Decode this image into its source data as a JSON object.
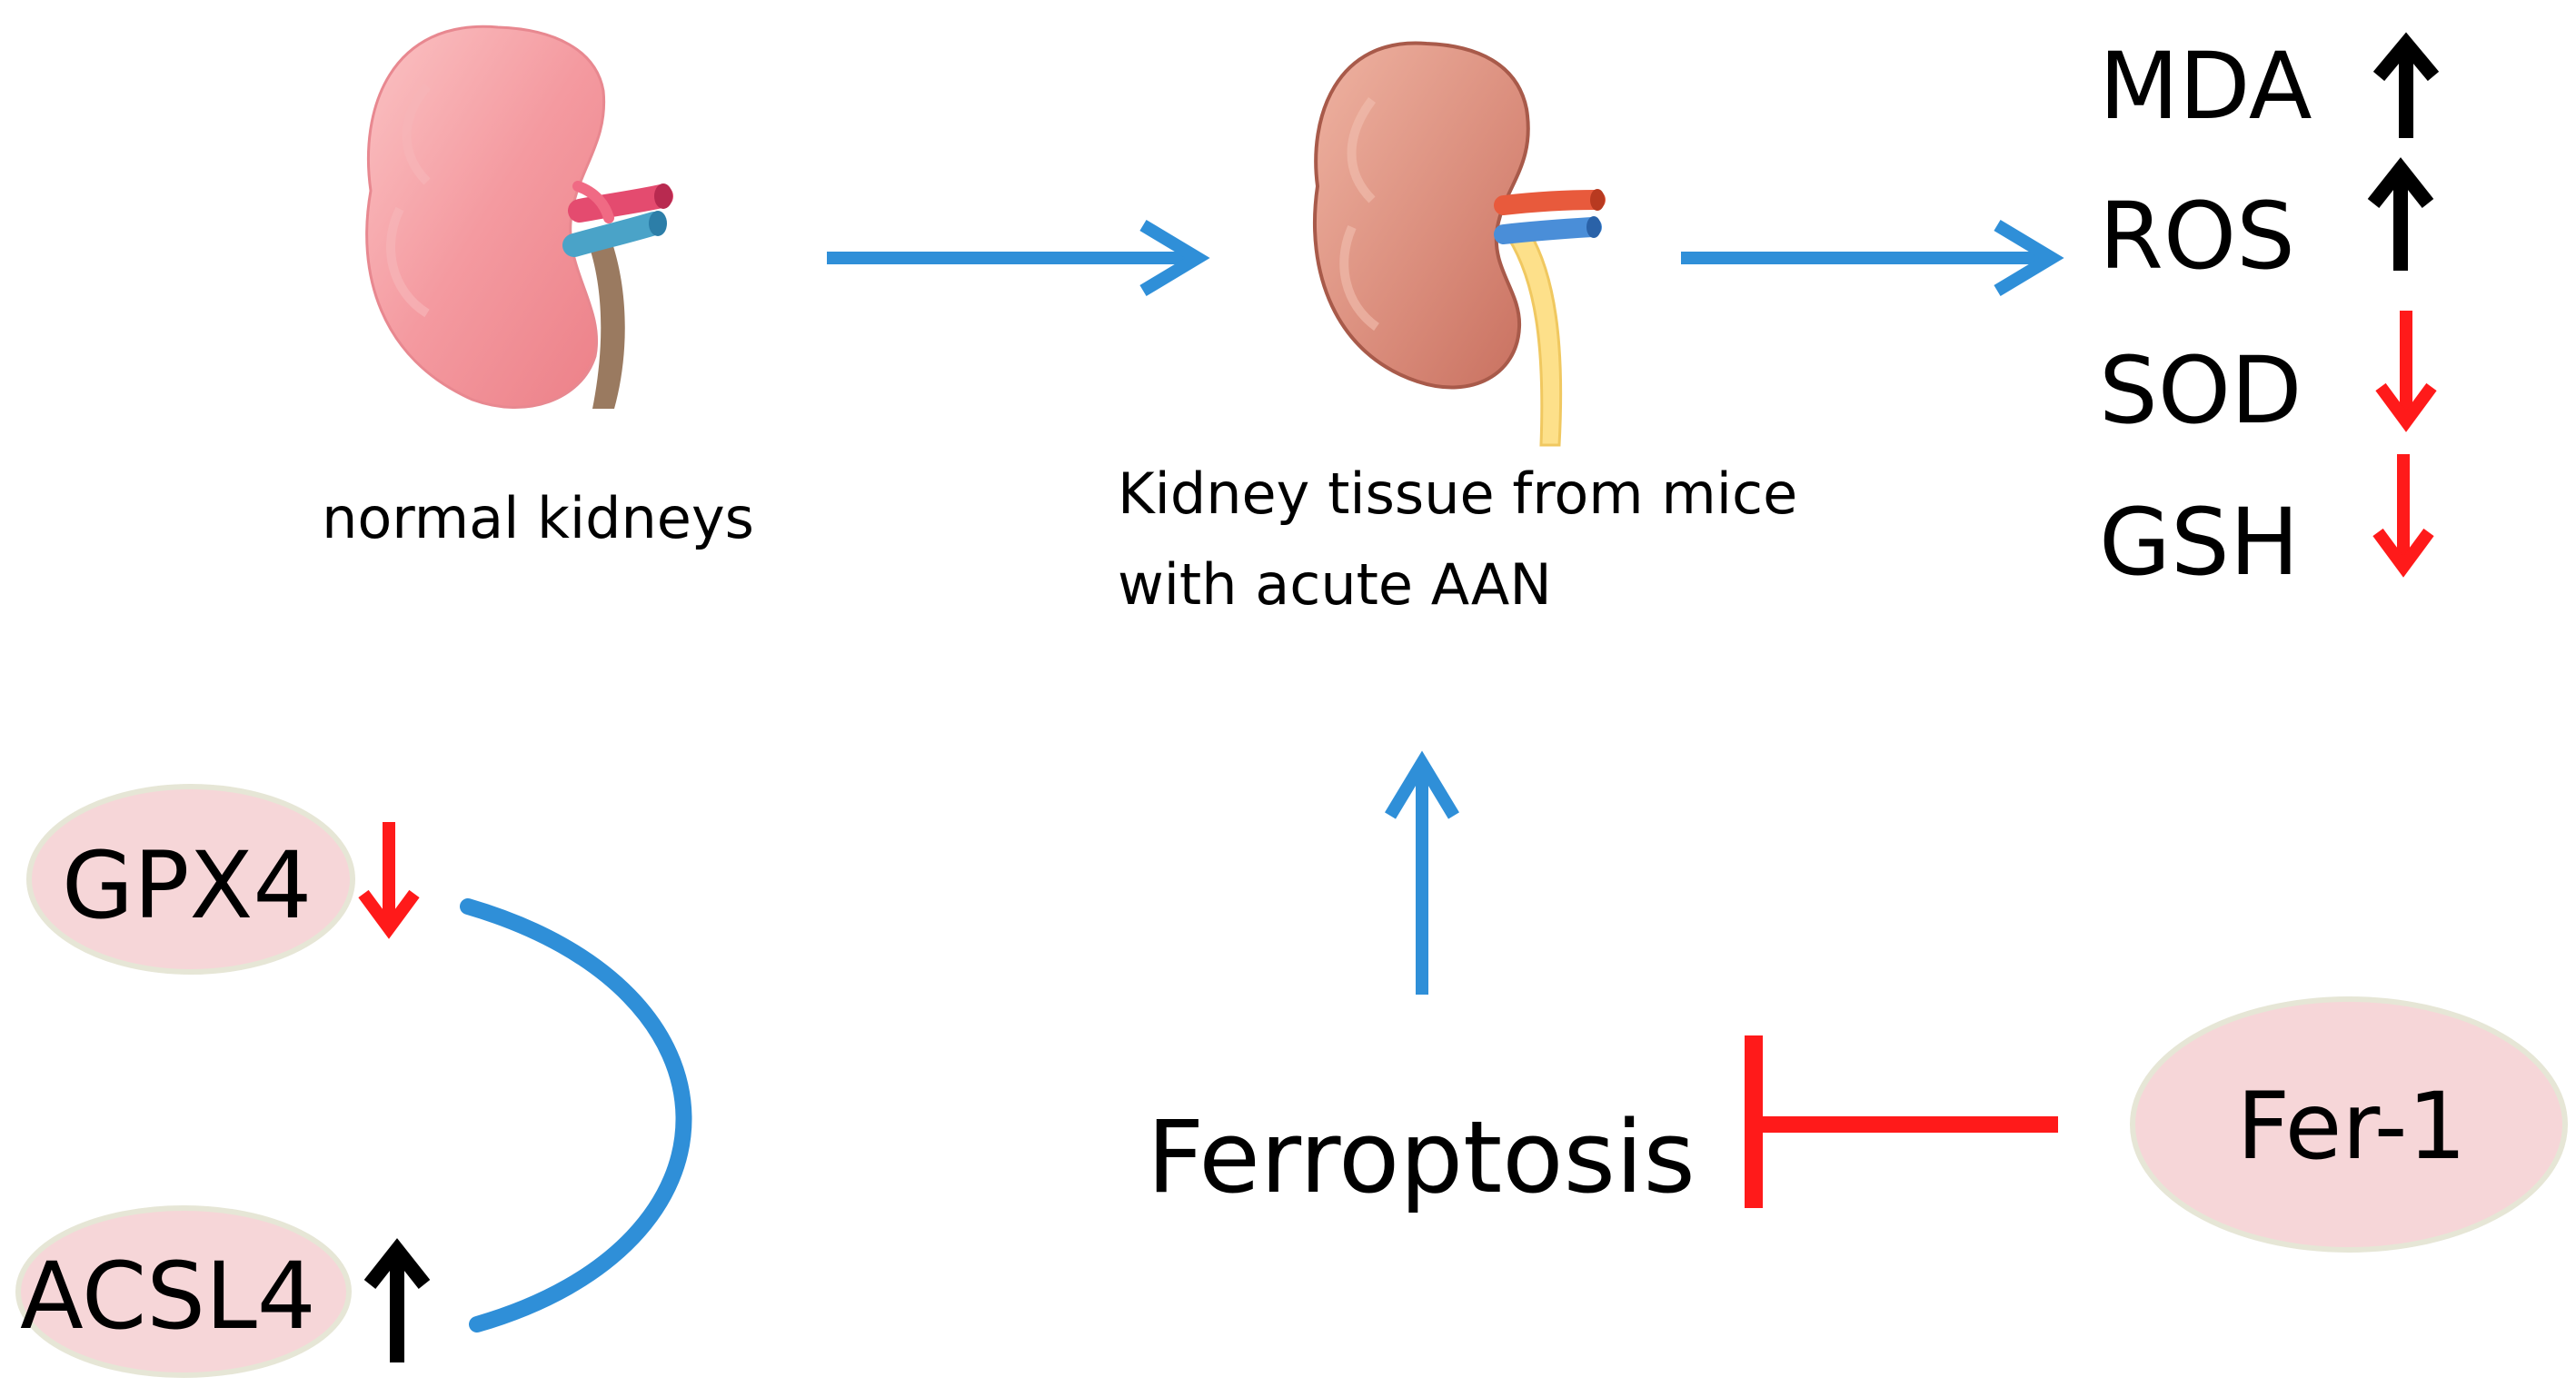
{
  "nodes": {
    "normal_kidneys": {
      "label": "normal kidneys"
    },
    "aan_kidney": {
      "label_line1": "Kidney tissue from mice",
      "label_line2": "with acute AAN"
    },
    "gpx4": {
      "label": "GPX4",
      "direction": "down"
    },
    "acsl4": {
      "label": "ACSL4",
      "direction": "up"
    },
    "ferroptosis": {
      "label": "Ferroptosis"
    },
    "fer1": {
      "label": "Fer-1"
    }
  },
  "markers": [
    {
      "label": "MDA",
      "direction": "up"
    },
    {
      "label": "ROS",
      "direction": "up"
    },
    {
      "label": "SOD",
      "direction": "down"
    },
    {
      "label": "GSH",
      "direction": "down"
    }
  ],
  "colors": {
    "arrow_blue": "#2f8fd8",
    "increase": "#000000",
    "decrease": "#ff1a1a",
    "inhibition": "#ff1a1a",
    "ellipse_fill": "#f6d6d8",
    "ellipse_stroke": "#e6e6d6",
    "normal_kidney": "#f7a0a4",
    "aan_kidney": "#d98b7a"
  }
}
